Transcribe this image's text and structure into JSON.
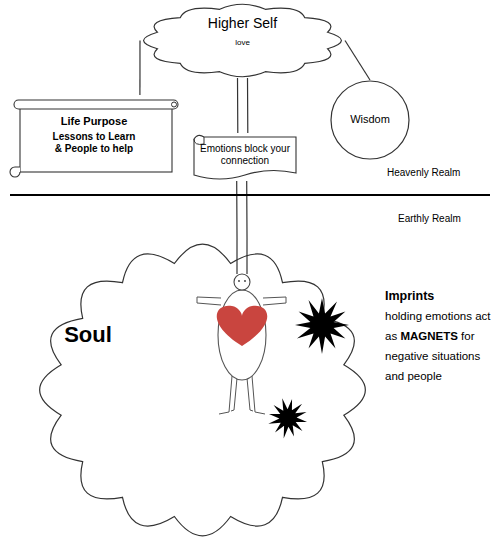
{
  "diagram": {
    "nodes": [
      {
        "text": [
          "Higher Self",
          "love"
        ]
      },
      {
        "text": [
          "Life Purpose",
          "Lessons to Learn & People to help"
        ]
      },
      {
        "text": [
          "Wisdom"
        ]
      },
      {
        "text": [
          "Emotions block your connection"
        ]
      },
      {
        "text": [
          "Soul"
        ]
      }
    ],
    "edges": [
      {
        "from": 1,
        "to": 0,
        "arrow": "none"
      },
      {
        "from": 0,
        "to": 2,
        "arrow": "none"
      },
      {
        "from": 0,
        "to": 3,
        "arrow": "none"
      },
      {
        "from": 3,
        "to": 4,
        "arrow": "none"
      }
    ],
    "labels": [
      "Heavenly Realm",
      "Earthly Realm",
      "Imprints",
      "holding emotions act as",
      "MAGNETS",
      "for negative situations and people"
    ]
  }
}
